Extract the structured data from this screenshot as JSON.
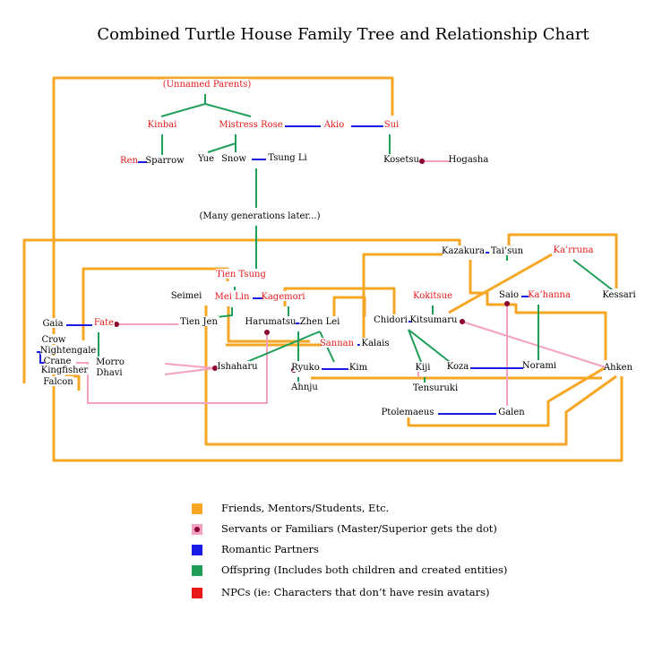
{
  "title": "Combined Turtle House Family Tree and Relationship Chart",
  "colors": {
    "friends": "#f5a623",
    "servants": "#f4a0c0",
    "servant_dot": "#8a0030",
    "romantic": "#1a1ae6",
    "offspring": "#1f9e5a",
    "npc": "#e81818",
    "text": "#000000"
  },
  "nodes": [
    {
      "id": "unnamed_parents",
      "label": "(Unnamed Parents)",
      "npc": true
    },
    {
      "id": "kinbai",
      "label": "Kinbai",
      "npc": true
    },
    {
      "id": "mistress_rose",
      "label": "Mistress Rose",
      "npc": true
    },
    {
      "id": "akio",
      "label": "Akio",
      "npc": true
    },
    {
      "id": "sui",
      "label": "Sui",
      "npc": true
    },
    {
      "id": "ren",
      "label": "Ren",
      "npc": true
    },
    {
      "id": "sparrow",
      "label": "Sparrow",
      "npc": false
    },
    {
      "id": "yue",
      "label": "Yue",
      "npc": false
    },
    {
      "id": "snow",
      "label": "Snow",
      "npc": false
    },
    {
      "id": "tsung_li",
      "label": "Tsung Li",
      "npc": false
    },
    {
      "id": "kosetsu",
      "label": "Kosetsu",
      "npc": false
    },
    {
      "id": "hogasha",
      "label": "Hogasha",
      "npc": false
    },
    {
      "id": "many_gen",
      "label": "(Many generations later...)",
      "npc": false
    },
    {
      "id": "kazakura",
      "label": "Kazakura",
      "npc": false
    },
    {
      "id": "taisun",
      "label": "Tai’sun",
      "npc": false
    },
    {
      "id": "karruna",
      "label": "Ka’rruna",
      "npc": true
    },
    {
      "id": "tien_tsung",
      "label": "Tien Tsung",
      "npc": true
    },
    {
      "id": "seimei",
      "label": "Seimei",
      "npc": false
    },
    {
      "id": "mei_lin",
      "label": "Mei Lin",
      "npc": true
    },
    {
      "id": "kagemori",
      "label": "Kagemori",
      "npc": true
    },
    {
      "id": "kokitsue",
      "label": "Kokitsue",
      "npc": true
    },
    {
      "id": "saio",
      "label": "Saio",
      "npc": false
    },
    {
      "id": "kahanna",
      "label": "Ka’hanna",
      "npc": true
    },
    {
      "id": "kessari",
      "label": "Kessari",
      "npc": false
    },
    {
      "id": "gaia",
      "label": "Gaia",
      "npc": false
    },
    {
      "id": "fate",
      "label": "Fate",
      "npc": true
    },
    {
      "id": "tien_jen",
      "label": "Tien Jen",
      "npc": false
    },
    {
      "id": "harumatsu",
      "label": "Harumatsu",
      "npc": false
    },
    {
      "id": "zhen_lei",
      "label": "Zhen Lei",
      "npc": false
    },
    {
      "id": "chidori",
      "label": "Chidori",
      "npc": false
    },
    {
      "id": "kitsumaru",
      "label": "Kitsumaru",
      "npc": false
    },
    {
      "id": "crow",
      "label": "Crow",
      "npc": false
    },
    {
      "id": "sannan",
      "label": "Sannan",
      "npc": true
    },
    {
      "id": "kalais",
      "label": "Kalais",
      "npc": false
    },
    {
      "id": "nightengale",
      "label": "Nightengale",
      "npc": false
    },
    {
      "id": "crane",
      "label": "Crane",
      "npc": false
    },
    {
      "id": "morro",
      "label": "Morro",
      "npc": false
    },
    {
      "id": "kingfisher",
      "label": "Kingfisher",
      "npc": false
    },
    {
      "id": "dhavi",
      "label": "Dhavi",
      "npc": false
    },
    {
      "id": "ishaharu",
      "label": "Ishaharu",
      "npc": false
    },
    {
      "id": "ryuko",
      "label": "Ryuko",
      "npc": false
    },
    {
      "id": "kim",
      "label": "Kim",
      "npc": false
    },
    {
      "id": "kiji",
      "label": "Kiji",
      "npc": false
    },
    {
      "id": "koza",
      "label": "Koza",
      "npc": false
    },
    {
      "id": "norami",
      "label": "Norami",
      "npc": false
    },
    {
      "id": "ahken",
      "label": "Ahken",
      "npc": false
    },
    {
      "id": "falcon",
      "label": "Falcon",
      "npc": false
    },
    {
      "id": "ahnju",
      "label": "Ahnju",
      "npc": false
    },
    {
      "id": "tensuruki",
      "label": "Tensuruki",
      "npc": false
    },
    {
      "id": "ptolemaeus",
      "label": "Ptolemaeus",
      "npc": false
    },
    {
      "id": "galen",
      "label": "Galen",
      "npc": false
    }
  ],
  "relationships": {
    "offspring": [
      [
        "unnamed_parents",
        "kinbai"
      ],
      [
        "unnamed_parents",
        "mistress_rose"
      ],
      [
        "mistress_rose",
        "yue"
      ],
      [
        "mistress_rose",
        "snow"
      ],
      [
        "kinbai",
        "sparrow"
      ],
      [
        "sui",
        "kosetsu"
      ],
      [
        "snow",
        "tien_tsung"
      ],
      [
        "tien_tsung",
        "mei_lin"
      ],
      [
        "mei_lin",
        "tien_jen"
      ],
      [
        "kagemori",
        "chidori"
      ],
      [
        "zhen_lei",
        "ryuko"
      ],
      [
        "zhen_lei",
        "ishaharu"
      ],
      [
        "kitsumaru",
        "kiji"
      ],
      [
        "kitsumaru",
        "koza"
      ],
      [
        "kokitsue",
        "kitsumaru"
      ],
      [
        "karruna",
        "kessari"
      ],
      [
        "kahanna",
        "norami"
      ],
      [
        "kiji",
        "tensuruki"
      ],
      [
        "ryuko",
        "ahnju"
      ],
      [
        "fate",
        "morro"
      ],
      [
        "taisun",
        "karruna"
      ]
    ],
    "romantic": [
      [
        "mistress_rose",
        "akio"
      ],
      [
        "akio",
        "sui"
      ],
      [
        "ren",
        "sparrow"
      ],
      [
        "snow",
        "tsung_li"
      ],
      [
        "kazakura",
        "taisun"
      ],
      [
        "mei_lin",
        "kagemori"
      ],
      [
        "saio",
        "kahanna"
      ],
      [
        "gaia",
        "fate"
      ],
      [
        "harumatsu",
        "zhen_lei"
      ],
      [
        "chidori",
        "kitsumaru"
      ],
      [
        "sannan",
        "kalais"
      ],
      [
        "nightengale",
        "crane"
      ],
      [
        "ryuko",
        "kim"
      ],
      [
        "koza",
        "norami"
      ],
      [
        "ptolemaeus",
        "galen"
      ]
    ],
    "servants": [
      [
        "kosetsu",
        "hogasha"
      ],
      [
        "fate",
        "tien_jen"
      ],
      [
        "ishaharu",
        "morro"
      ],
      [
        "ishaharu",
        "dhavi"
      ],
      [
        "kitsumaru",
        "ahken"
      ],
      [
        "saio",
        "galen"
      ],
      [
        "harumatsu",
        "crane"
      ],
      [
        "ryuko",
        "kiji"
      ]
    ],
    "friends": [
      [
        "kosetsu",
        "falcon"
      ],
      [
        "kazakura",
        "kessari"
      ],
      [
        "seimei",
        "mei_lin"
      ],
      [
        "karruna",
        "kalais"
      ],
      [
        "ahken",
        "ptolemaeus"
      ],
      [
        "kokitsue",
        "kalais"
      ],
      [
        "crow",
        "tien_tsung"
      ],
      [
        "tien_jen",
        "ahken"
      ],
      [
        "sannan",
        "ahken"
      ]
    ]
  },
  "legend": [
    {
      "kind": "friends",
      "label": "Friends, Mentors/Students, Etc."
    },
    {
      "kind": "servants",
      "label": "Servants or Familiars (Master/Superior gets the dot)"
    },
    {
      "kind": "romantic",
      "label": "Romantic Partners"
    },
    {
      "kind": "offspring",
      "label": "Offspring (Includes both children and created entities)"
    },
    {
      "kind": "npc",
      "label": "NPCs (ie: Characters that don’t have resin avatars)"
    }
  ]
}
